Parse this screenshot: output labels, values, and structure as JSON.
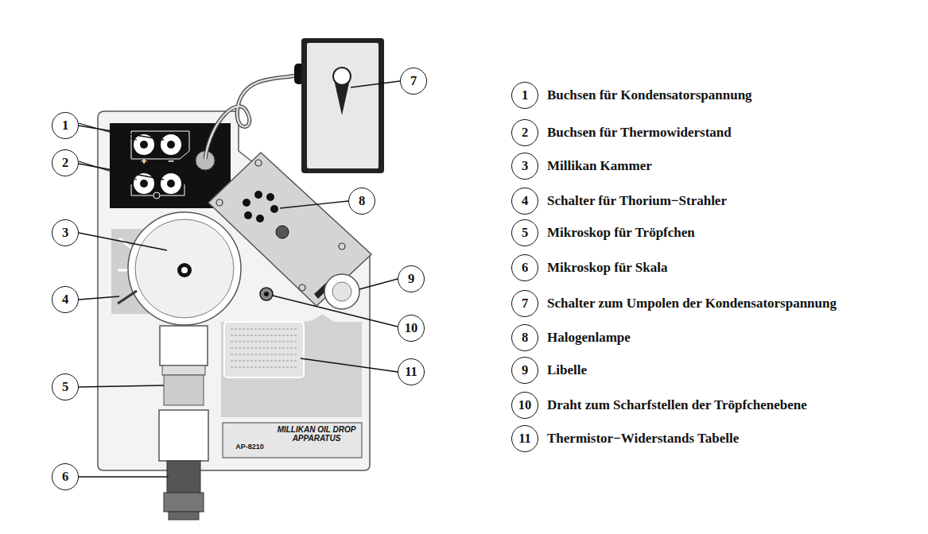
{
  "diagram": {
    "nodes": [
      {
        "text": [
          "1"
        ]
      },
      {
        "text": [
          "2"
        ]
      },
      {
        "text": [
          "3"
        ]
      },
      {
        "text": [
          "4"
        ]
      },
      {
        "text": [
          "5"
        ]
      },
      {
        "text": [
          "6"
        ]
      },
      {
        "text": [
          "7"
        ]
      },
      {
        "text": [
          "8"
        ]
      },
      {
        "text": [
          "9"
        ]
      },
      {
        "text": [
          "10"
        ]
      },
      {
        "text": [
          "11"
        ]
      },
      {
        "text": [
          "1",
          "Buchsen für Kondensatorspannung"
        ]
      },
      {
        "text": [
          "2",
          "Buchsen für Thermowiderstand"
        ]
      },
      {
        "text": [
          "3",
          "Millikan Kammer"
        ]
      },
      {
        "text": [
          "4",
          "Schalter für Thorium−Strahler"
        ]
      },
      {
        "text": [
          "5",
          "Mikroskop für Tröpfchen"
        ]
      },
      {
        "text": [
          "6",
          "Mikroskop für Skala"
        ]
      },
      {
        "text": [
          "7",
          "Schalter zum Umpolen der Kondensatorspannung"
        ]
      },
      {
        "text": [
          "8",
          "Halogenlampe"
        ]
      },
      {
        "text": [
          "9",
          "Libelle"
        ]
      },
      {
        "text": [
          "10",
          "Draht zum Scharfstellen der Tröpfchenebene"
        ]
      },
      {
        "text": [
          "11",
          "Thermistor−Widerstands Tabelle"
        ]
      }
    ],
    "labels": [
      "+",
      "−",
      "MILLIKAN OIL DROP APPARATUS",
      "AP-8210"
    ]
  }
}
